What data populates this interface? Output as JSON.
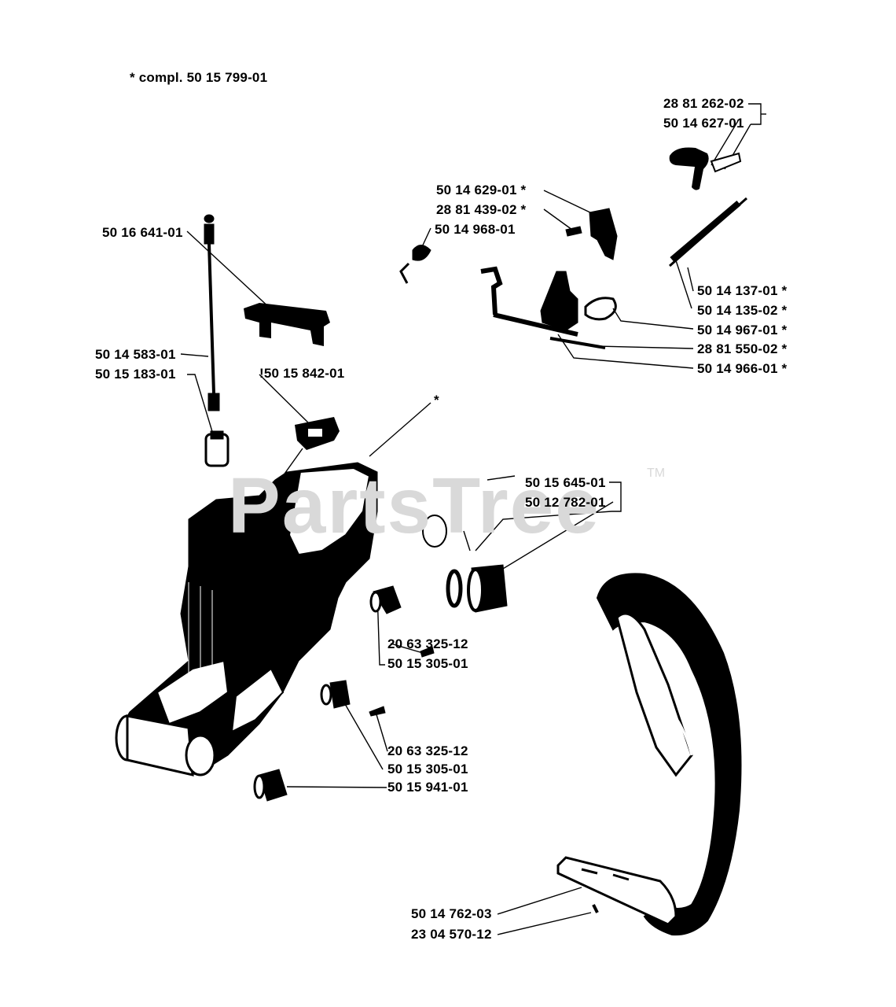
{
  "note": "*  compl. 50 15 799-01",
  "watermark": "PartsTree",
  "trademark": "TM",
  "callouts": {
    "c_2881262_02": "28 81 262-02",
    "c_5014627_01": "50 14 627-01",
    "c_5014629_01": "50 14 629-01  *",
    "c_2881439_02": "28 81 439-02  *",
    "c_5014968_01": "50 14 968-01",
    "c_5016641_01": "50 16 641-01",
    "c_5014137_01": "50 14 137-01  *",
    "c_5014135_02": "50 14 135-02  *",
    "c_5014967_01": "50 14 967-01  *",
    "c_2881550_02": "28 81 550-02  *",
    "c_5014966_01": "50 14 966-01  *",
    "c_5014583_01": "50 14 583-01",
    "c_5015183_01": "50 15 183-01",
    "c_5015842_01": "!50 15 842-01",
    "c_star": "*",
    "c_5015645_01": "50 15 645-01",
    "c_5012782_01": "50 12 782-01",
    "c_2063325_12a": "20 63 325-12",
    "c_5015305_01a": "50 15 305-01",
    "c_2063325_12b": "20 63 325-12",
    "c_5015305_01b": "50 15 305-01",
    "c_5015941_01": "50 15 941-01",
    "c_5014762_03": "50 14 762-03",
    "c_2304570_12": "23 04 570-12"
  }
}
